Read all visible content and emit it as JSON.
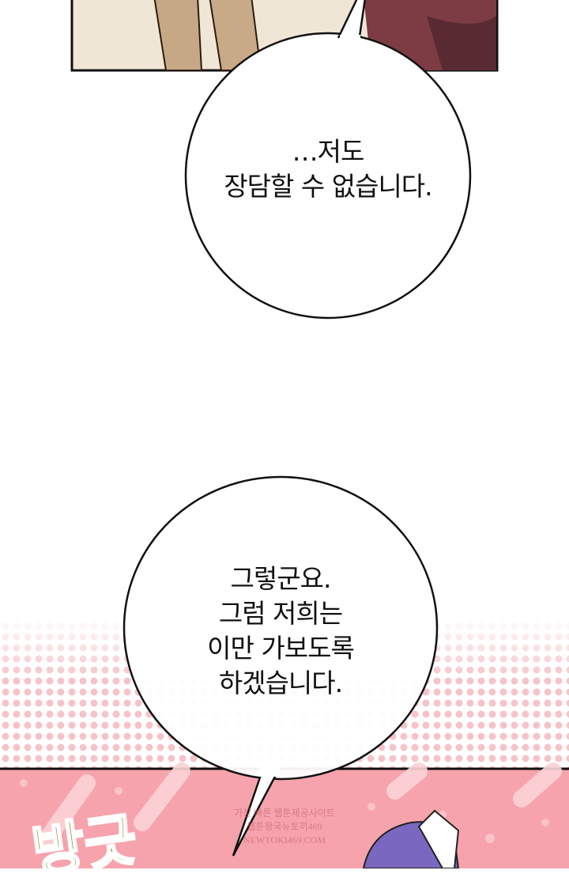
{
  "bubbles": [
    {
      "lines": [
        "…저도",
        "장담할 수 없습니다."
      ]
    },
    {
      "lines": [
        "그렇군요.",
        "그럼 저희는",
        "이만 가보도록",
        "하겠습니다."
      ]
    }
  ],
  "sound_effect": "방긋",
  "watermark": [
    "가장 빠른 웹툰제공사이트",
    "웹툰왕국뉴토끼469",
    "NEWTOKI469.COM"
  ],
  "colors": {
    "pink_panel": "#f7a3ad",
    "halftone": "#f6c3c8",
    "bubble_stroke": "#111111"
  }
}
